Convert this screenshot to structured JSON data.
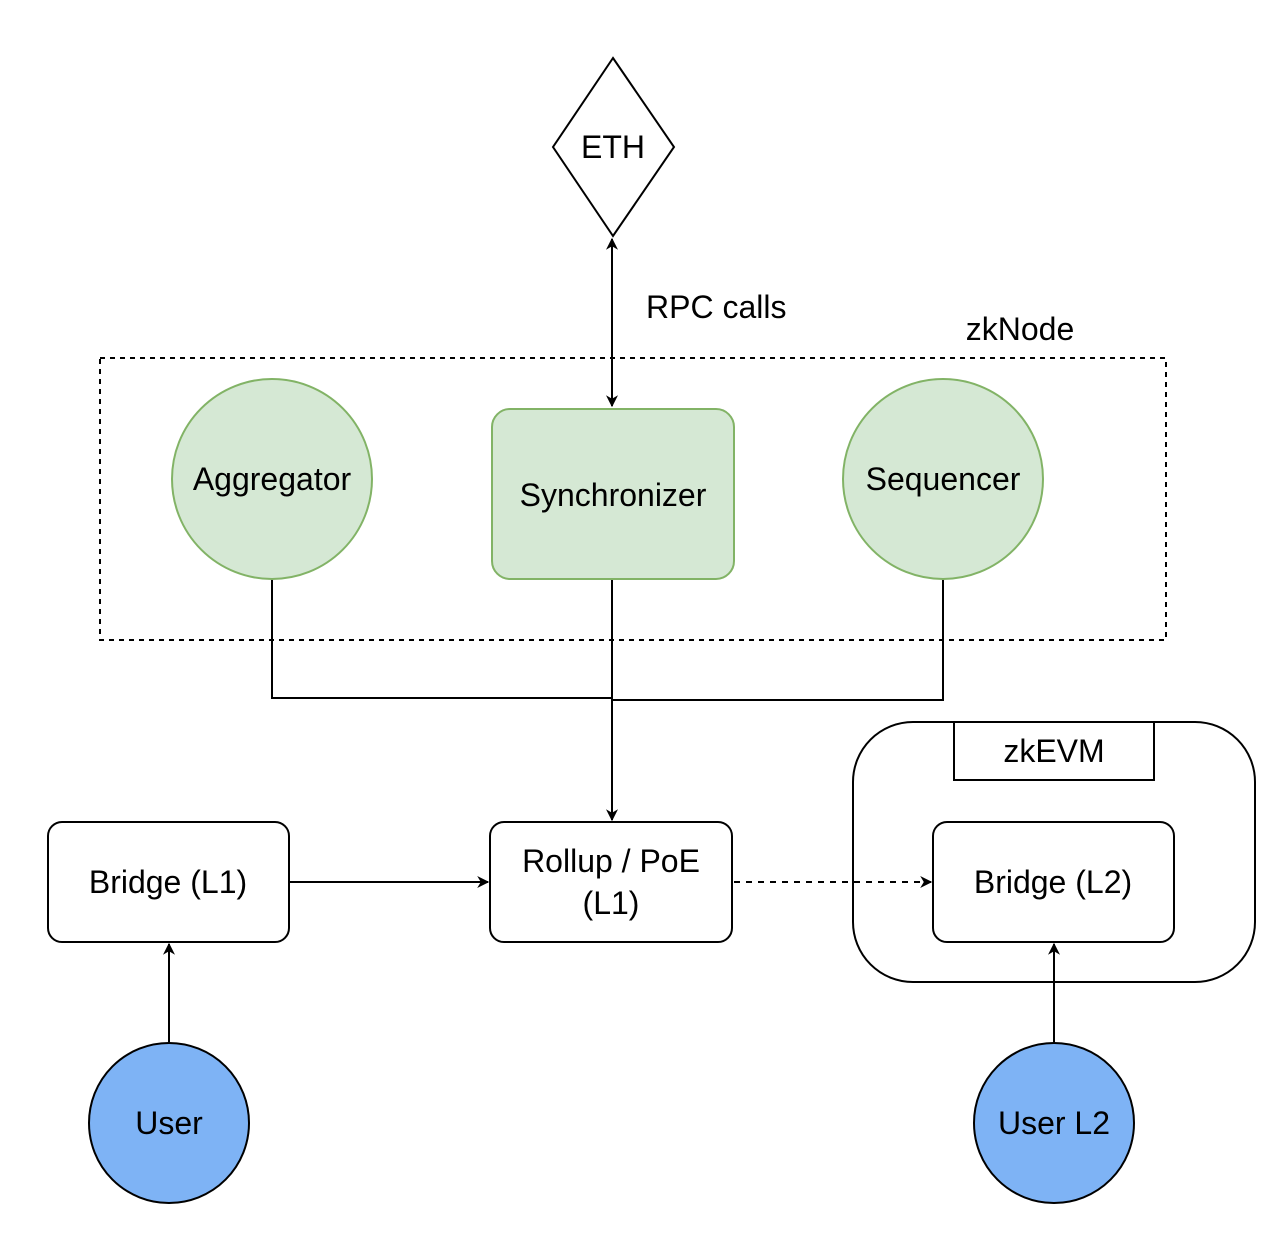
{
  "diagram": {
    "nodes": {
      "eth": {
        "label": "ETH",
        "shape": "diamond"
      },
      "aggregator": {
        "label": "Aggregator",
        "shape": "circle",
        "fill": "#d5e8d4",
        "stroke": "#82b366"
      },
      "synchronizer": {
        "label": "Synchronizer",
        "shape": "rounded-rect",
        "fill": "#d5e8d4",
        "stroke": "#82b366"
      },
      "sequencer": {
        "label": "Sequencer",
        "shape": "circle",
        "fill": "#d5e8d4",
        "stroke": "#82b366"
      },
      "bridge_l1": {
        "label": "Bridge (L1)",
        "shape": "rounded-rect"
      },
      "rollup": {
        "line1": "Rollup / PoE",
        "line2": "(L1)",
        "shape": "rounded-rect"
      },
      "bridge_l2": {
        "label": "Bridge (L2)",
        "shape": "rounded-rect"
      },
      "user": {
        "label": "User",
        "shape": "circle",
        "fill": "#7eb3f5"
      },
      "user_l2": {
        "label": "User L2",
        "shape": "circle",
        "fill": "#7eb3f5"
      }
    },
    "groups": {
      "zknode": {
        "label": "zkNode",
        "style": "dashed"
      },
      "zkevm": {
        "label": "zkEVM"
      }
    },
    "edges": {
      "rpc": {
        "from": "synchronizer",
        "to": "eth",
        "label": "RPC calls",
        "bidirectional": true
      },
      "to_rollup": {
        "from": [
          "aggregator",
          "synchronizer",
          "sequencer"
        ],
        "to": "rollup"
      },
      "bridge_to_rollup": {
        "from": "bridge_l1",
        "to": "rollup"
      },
      "rollup_to_bridge_l2": {
        "from": "rollup",
        "to": "bridge_l2",
        "style": "dashed"
      },
      "user_to_bridge": {
        "from": "user",
        "to": "bridge_l1"
      },
      "user_l2_to_bridge": {
        "from": "user_l2",
        "to": "bridge_l2"
      }
    }
  }
}
